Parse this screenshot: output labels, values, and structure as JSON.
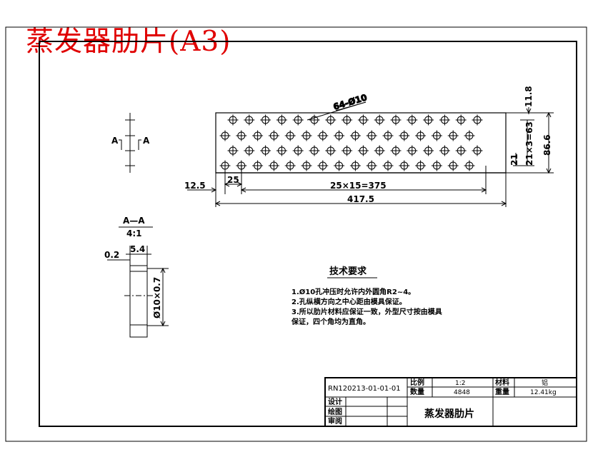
{
  "title": "蒸发器肋片(A3)",
  "drawing": {
    "dims": {
      "top_offset": "11.8",
      "hole_callout": "64-Ø10",
      "height_total": "86.6",
      "row_pitch": "21×3=63",
      "row_bottom": "21",
      "left_offset": "12.5",
      "col_first": "25",
      "col_pitch": "25×15=375",
      "width_total": "417.5",
      "sec_depth": "0.2",
      "sec_width": "5.4",
      "sec_hole": "Ø10×0.7"
    },
    "section_label": "A",
    "section_title": "A—A",
    "section_scale": "4:1"
  },
  "tech": {
    "heading": "技术要求",
    "lines": [
      "1.Ø10孔冲压时允许内外圆角R2~4。",
      "2.孔纵横方向之中心距由模具保证。",
      "3.所以肋片材料应保证一致，外型尺寸按由模具",
      "   保证，四个角均为直角。"
    ]
  },
  "titleblock": {
    "drawing_no": "RN120213-01-01-01",
    "scale_label": "比例",
    "scale_value": "1:2",
    "material_label": "材料",
    "material_value": "铝",
    "qty_label": "数量",
    "qty_value": "4848",
    "weight_label": "重量",
    "weight_value": "12.41kg",
    "design_label": "设计",
    "draw_label": "绘图",
    "review_label": "审阅",
    "part_name": "蒸发器肋片"
  }
}
